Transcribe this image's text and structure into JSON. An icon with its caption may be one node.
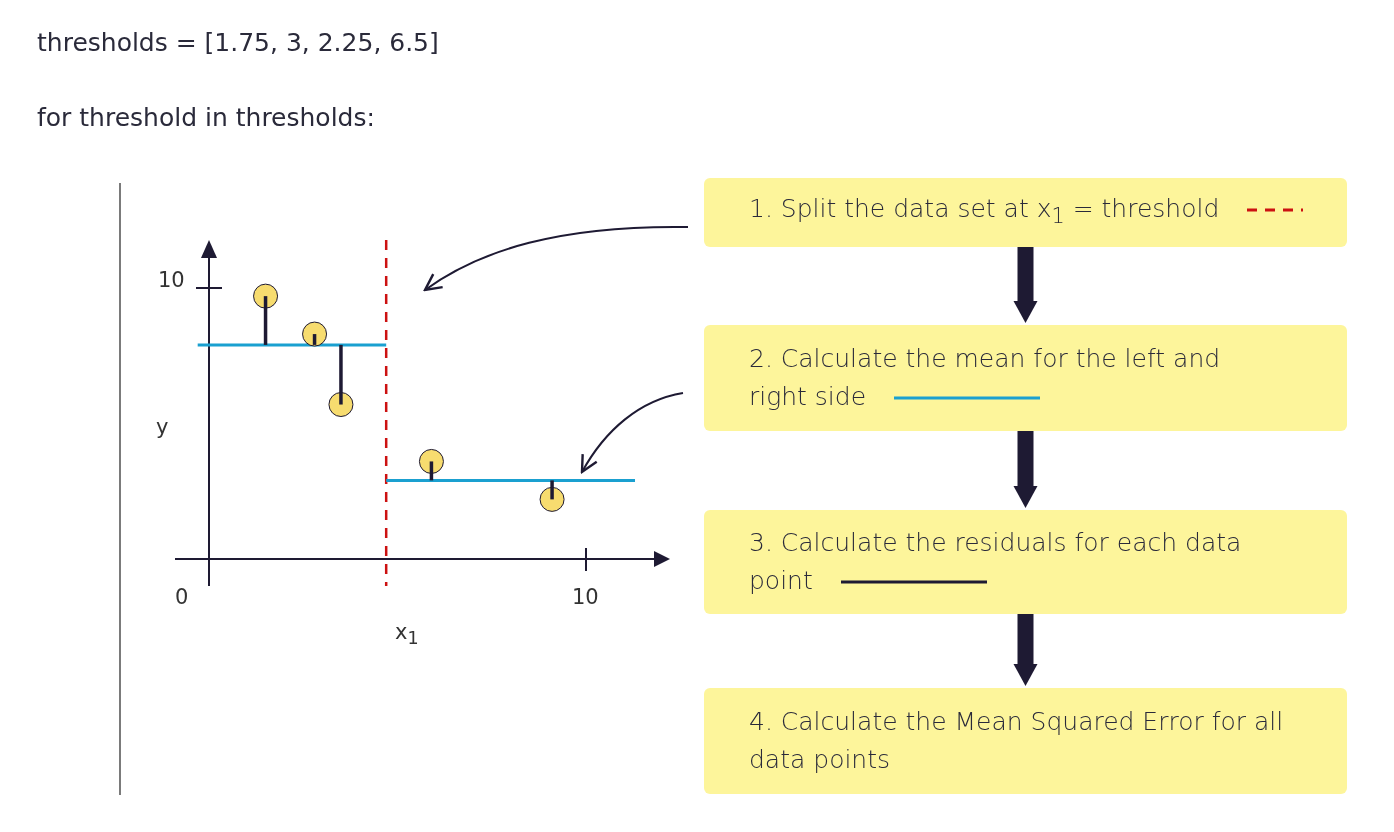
{
  "diagram": {
    "nodes": [
      {
        "text": [
          "1. Split the data set at x$_{1}$ = threshold"
        ]
      },
      {
        "text": [
          "2. Calculate the mean for the left and right side"
        ]
      },
      {
        "text": [
          "3. Calculate the residuals for each data point"
        ]
      },
      {
        "text": [
          "4. Calculate the Mean Squared Error for all data points"
        ]
      }
    ],
    "edges": [
      {
        "from": 0,
        "to": 1,
        "arrow": "to"
      },
      {
        "from": 1,
        "to": 2,
        "arrow": "to"
      },
      {
        "from": 2,
        "to": 3,
        "arrow": "to"
      },
      {
        "from": 0,
        "to": null,
        "arrow": "to"
      },
      {
        "from": 1,
        "to": null,
        "arrow": "to"
      }
    ],
    "labels": [
      "thresholds = [1.75, 3, 2.25, 6.5]",
      "for threshold in thresholds:",
      "10",
      "y",
      "0",
      "10",
      "x$_{1}$"
    ]
  }
}
